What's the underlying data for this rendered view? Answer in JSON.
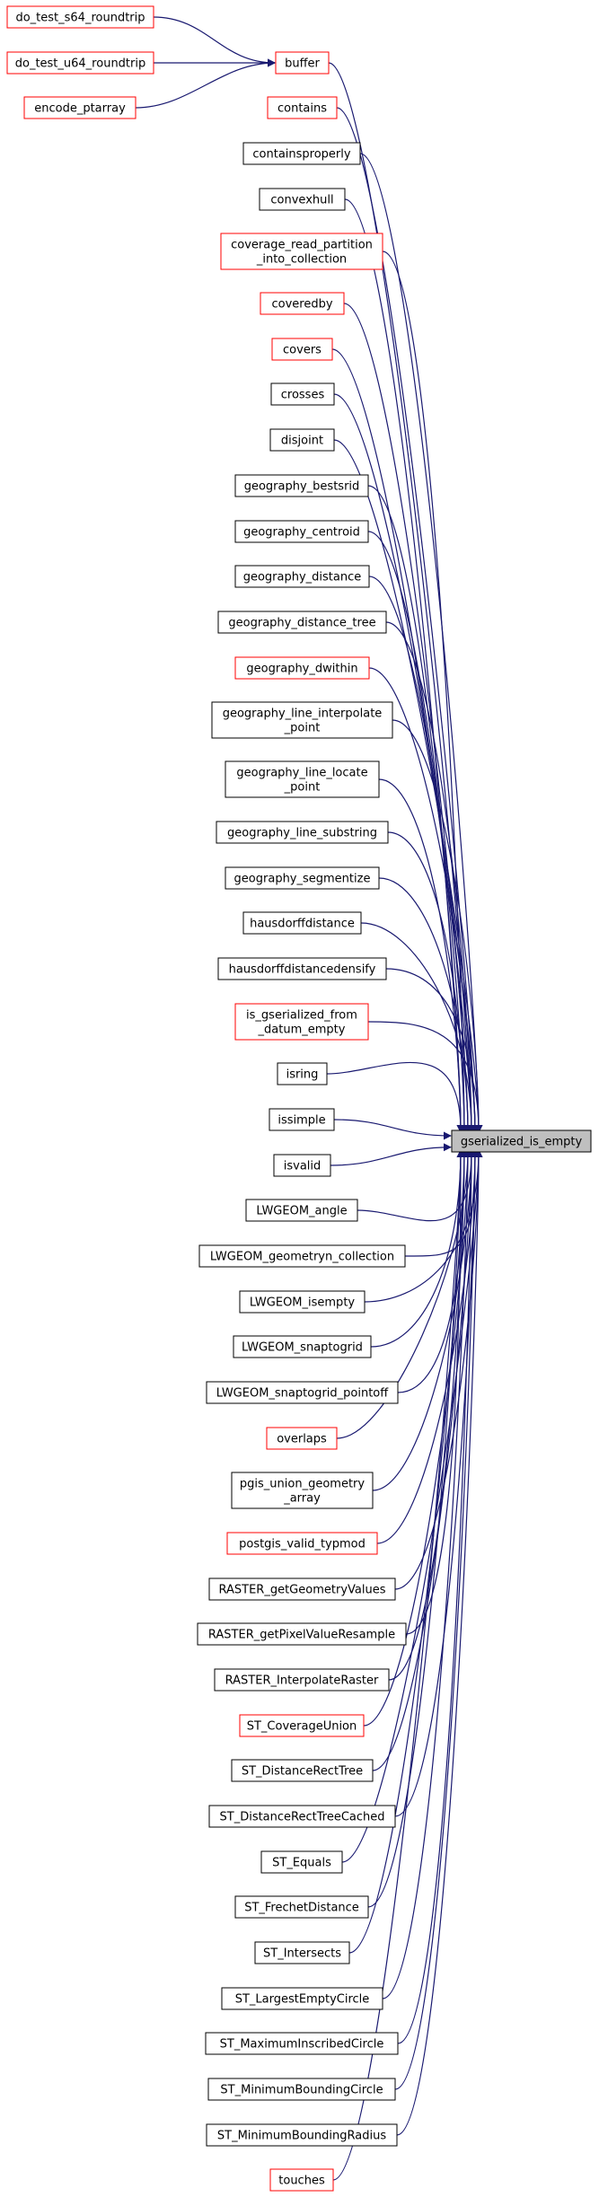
{
  "colors": {
    "edge": "#191970",
    "documented_border": "#000000",
    "undocumented_border": "#ff0000",
    "target_fill": "#bfbfbf",
    "background": "#ffffff"
  },
  "target": {
    "id": "gserialized_is_empty",
    "lines": [
      "gserialized_is_empty"
    ]
  },
  "nodes": [
    {
      "id": "do_test_s64_roundtrip",
      "lines": [
        "do_test_s64_roundtrip"
      ],
      "border": "red",
      "calls": "buffer"
    },
    {
      "id": "do_test_u64_roundtrip",
      "lines": [
        "do_test_u64_roundtrip"
      ],
      "border": "red",
      "calls": "buffer"
    },
    {
      "id": "encode_ptarray",
      "lines": [
        "encode_ptarray"
      ],
      "border": "red",
      "calls": "buffer"
    },
    {
      "id": "buffer",
      "lines": [
        "buffer"
      ],
      "border": "red"
    },
    {
      "id": "contains",
      "lines": [
        "contains"
      ],
      "border": "red"
    },
    {
      "id": "containsproperly",
      "lines": [
        "containsproperly"
      ],
      "border": "black"
    },
    {
      "id": "convexhull",
      "lines": [
        "convexhull"
      ],
      "border": "black"
    },
    {
      "id": "coverage_read_partition_into_collection",
      "lines": [
        "coverage_read_partition",
        "_into_collection"
      ],
      "border": "red"
    },
    {
      "id": "coveredby",
      "lines": [
        "coveredby"
      ],
      "border": "red"
    },
    {
      "id": "covers",
      "lines": [
        "covers"
      ],
      "border": "red"
    },
    {
      "id": "crosses",
      "lines": [
        "crosses"
      ],
      "border": "black"
    },
    {
      "id": "disjoint",
      "lines": [
        "disjoint"
      ],
      "border": "black"
    },
    {
      "id": "geography_bestsrid",
      "lines": [
        "geography_bestsrid"
      ],
      "border": "black"
    },
    {
      "id": "geography_centroid",
      "lines": [
        "geography_centroid"
      ],
      "border": "black"
    },
    {
      "id": "geography_distance",
      "lines": [
        "geography_distance"
      ],
      "border": "black"
    },
    {
      "id": "geography_distance_tree",
      "lines": [
        "geography_distance_tree"
      ],
      "border": "black"
    },
    {
      "id": "geography_dwithin",
      "lines": [
        "geography_dwithin"
      ],
      "border": "red"
    },
    {
      "id": "geography_line_interpolate_point",
      "lines": [
        "geography_line_interpolate",
        "_point"
      ],
      "border": "black"
    },
    {
      "id": "geography_line_locate_point",
      "lines": [
        "geography_line_locate",
        "_point"
      ],
      "border": "black"
    },
    {
      "id": "geography_line_substring",
      "lines": [
        "geography_line_substring"
      ],
      "border": "black"
    },
    {
      "id": "geography_segmentize",
      "lines": [
        "geography_segmentize"
      ],
      "border": "black"
    },
    {
      "id": "hausdorffdistance",
      "lines": [
        "hausdorffdistance"
      ],
      "border": "black"
    },
    {
      "id": "hausdorffdistancedensify",
      "lines": [
        "hausdorffdistancedensify"
      ],
      "border": "black"
    },
    {
      "id": "is_gserialized_from_datum_empty",
      "lines": [
        "is_gserialized_from",
        "_datum_empty"
      ],
      "border": "red"
    },
    {
      "id": "isring",
      "lines": [
        "isring"
      ],
      "border": "black"
    },
    {
      "id": "issimple",
      "lines": [
        "issimple"
      ],
      "border": "black"
    },
    {
      "id": "isvalid",
      "lines": [
        "isvalid"
      ],
      "border": "black"
    },
    {
      "id": "LWGEOM_angle",
      "lines": [
        "LWGEOM_angle"
      ],
      "border": "black"
    },
    {
      "id": "LWGEOM_geometryn_collection",
      "lines": [
        "LWGEOM_geometryn_collection"
      ],
      "border": "black"
    },
    {
      "id": "LWGEOM_isempty",
      "lines": [
        "LWGEOM_isempty"
      ],
      "border": "black"
    },
    {
      "id": "LWGEOM_snaptogrid",
      "lines": [
        "LWGEOM_snaptogrid"
      ],
      "border": "black"
    },
    {
      "id": "LWGEOM_snaptogrid_pointoff",
      "lines": [
        "LWGEOM_snaptogrid_pointoff"
      ],
      "border": "black"
    },
    {
      "id": "overlaps",
      "lines": [
        "overlaps"
      ],
      "border": "red"
    },
    {
      "id": "pgis_union_geometry_array",
      "lines": [
        "pgis_union_geometry",
        "_array"
      ],
      "border": "black"
    },
    {
      "id": "postgis_valid_typmod",
      "lines": [
        "postgis_valid_typmod"
      ],
      "border": "red"
    },
    {
      "id": "RASTER_getGeometryValues",
      "lines": [
        "RASTER_getGeometryValues"
      ],
      "border": "black"
    },
    {
      "id": "RASTER_getPixelValueResample",
      "lines": [
        "RASTER_getPixelValueResample"
      ],
      "border": "black"
    },
    {
      "id": "RASTER_InterpolateRaster",
      "lines": [
        "RASTER_InterpolateRaster"
      ],
      "border": "black"
    },
    {
      "id": "ST_CoverageUnion",
      "lines": [
        "ST_CoverageUnion"
      ],
      "border": "red"
    },
    {
      "id": "ST_DistanceRectTree",
      "lines": [
        "ST_DistanceRectTree"
      ],
      "border": "black"
    },
    {
      "id": "ST_DistanceRectTreeCached",
      "lines": [
        "ST_DistanceRectTreeCached"
      ],
      "border": "black"
    },
    {
      "id": "ST_Equals",
      "lines": [
        "ST_Equals"
      ],
      "border": "black"
    },
    {
      "id": "ST_FrechetDistance",
      "lines": [
        "ST_FrechetDistance"
      ],
      "border": "black"
    },
    {
      "id": "ST_Intersects",
      "lines": [
        "ST_Intersects"
      ],
      "border": "black"
    },
    {
      "id": "ST_LargestEmptyCircle",
      "lines": [
        "ST_LargestEmptyCircle"
      ],
      "border": "black"
    },
    {
      "id": "ST_MaximumInscribedCircle",
      "lines": [
        "ST_MaximumInscribedCircle"
      ],
      "border": "black"
    },
    {
      "id": "ST_MinimumBoundingCircle",
      "lines": [
        "ST_MinimumBoundingCircle"
      ],
      "border": "black"
    },
    {
      "id": "ST_MinimumBoundingRadius",
      "lines": [
        "ST_MinimumBoundingRadius"
      ],
      "border": "black"
    },
    {
      "id": "touches",
      "lines": [
        "touches"
      ],
      "border": "red"
    }
  ]
}
